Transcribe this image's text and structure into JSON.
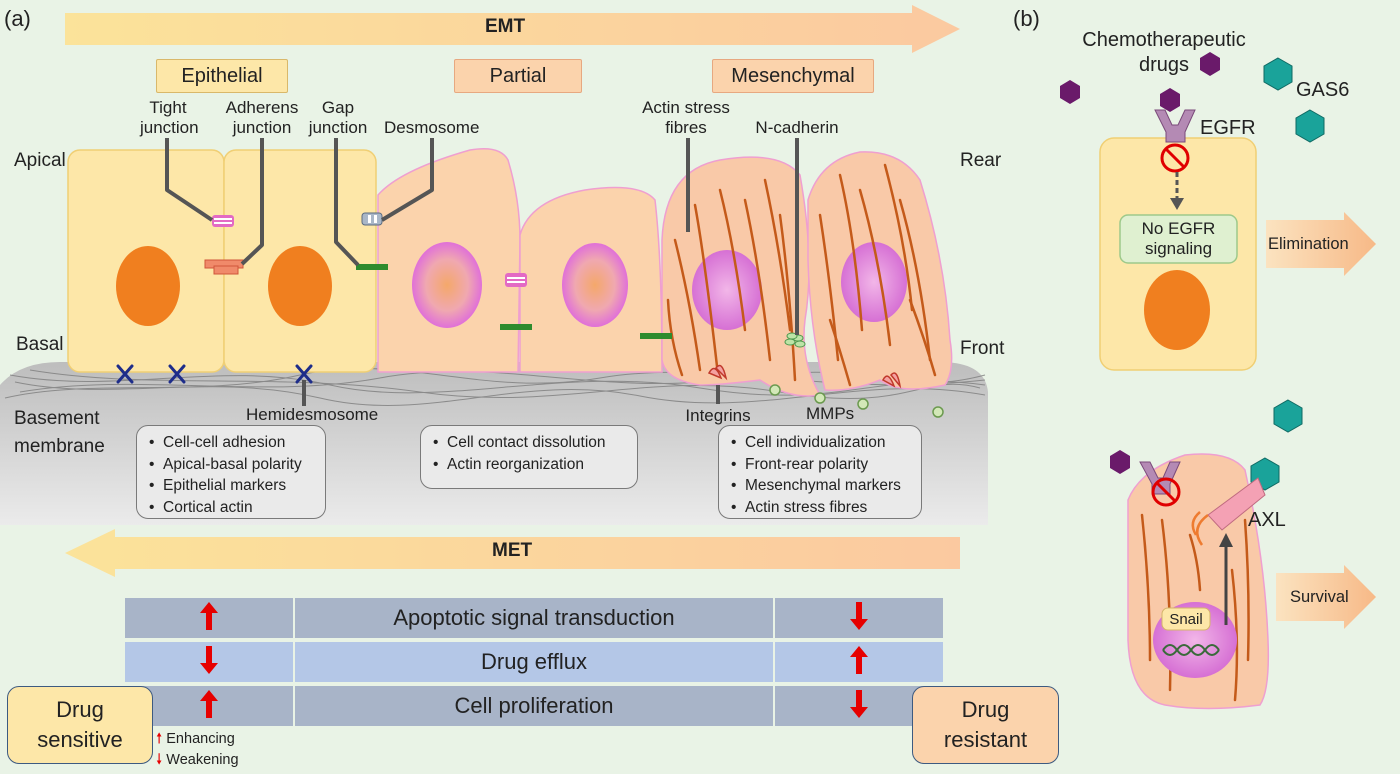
{
  "panel_a_label": "(a)",
  "panel_b_label": "(b)",
  "arrows": {
    "emt": "EMT",
    "met": "MET"
  },
  "stages": {
    "epithelial": "Epithelial",
    "partial": "Partial",
    "mesenchymal": "Mesenchymal"
  },
  "side_labels": {
    "apical": "Apical",
    "basal": "Basal",
    "basement_membrane": [
      "Basement",
      "membrane"
    ],
    "rear": "Rear",
    "front": "Front"
  },
  "structures": {
    "tight_junction": [
      "Tight",
      "junction"
    ],
    "adherens_junction": [
      "Adherens",
      "junction"
    ],
    "gap_junction": [
      "Gap",
      "junction"
    ],
    "desmosome": "Desmosome",
    "actin_stress_fibres": [
      "Actin stress",
      "fibres"
    ],
    "n_cadherin": "N-cadherin",
    "hemidesmosome": "Hemidesmosome",
    "integrins": "Integrins",
    "mmps": "MMPs"
  },
  "features": {
    "epithelial": [
      "Cell-cell adhesion",
      "Apical-basal polarity",
      "Epithelial markers",
      "Cortical actin"
    ],
    "partial": [
      "Cell contact dissolution",
      "Actin reorganization"
    ],
    "mesenchymal": [
      "Cell individualization",
      "Front-rear polarity",
      "Mesenchymal markers",
      "Actin stress fibres"
    ]
  },
  "table": {
    "rows": [
      {
        "label": "Apoptotic signal transduction",
        "sensitive": "up",
        "resistant": "down"
      },
      {
        "label": "Drug efflux",
        "sensitive": "down",
        "resistant": "up"
      },
      {
        "label": "Cell proliferation",
        "sensitive": "up",
        "resistant": "down"
      }
    ]
  },
  "drug_sensitive": [
    "Drug",
    "sensitive"
  ],
  "drug_resistant": [
    "Drug",
    "resistant"
  ],
  "legend": {
    "enhancing": "Enhancing",
    "weakening": "Weakening"
  },
  "panel_b": {
    "chemo": [
      "Chemotherapeutic",
      "drugs"
    ],
    "gas6": "GAS6",
    "egfr": "EGFR",
    "no_egfr": [
      "No EGFR",
      "signaling"
    ],
    "elimination": "Elimination",
    "axl": "AXL",
    "snail": "Snail",
    "survival": "Survival"
  },
  "colors": {
    "background": "#e9f3e6",
    "epithelial_cell": "#fde7a8",
    "partial_cell": "#fbd3ac",
    "mesenchymal_cell": "#f9c9a8",
    "nucleus": "#f07f1f",
    "magenta_nucleus": "#e07ad6",
    "up_arrow": "#e60000",
    "row_dark": "#a8b4c8",
    "row_light": "#b4c7e7",
    "drug": "#6a1a6a",
    "gas6": "#1aa39a"
  }
}
